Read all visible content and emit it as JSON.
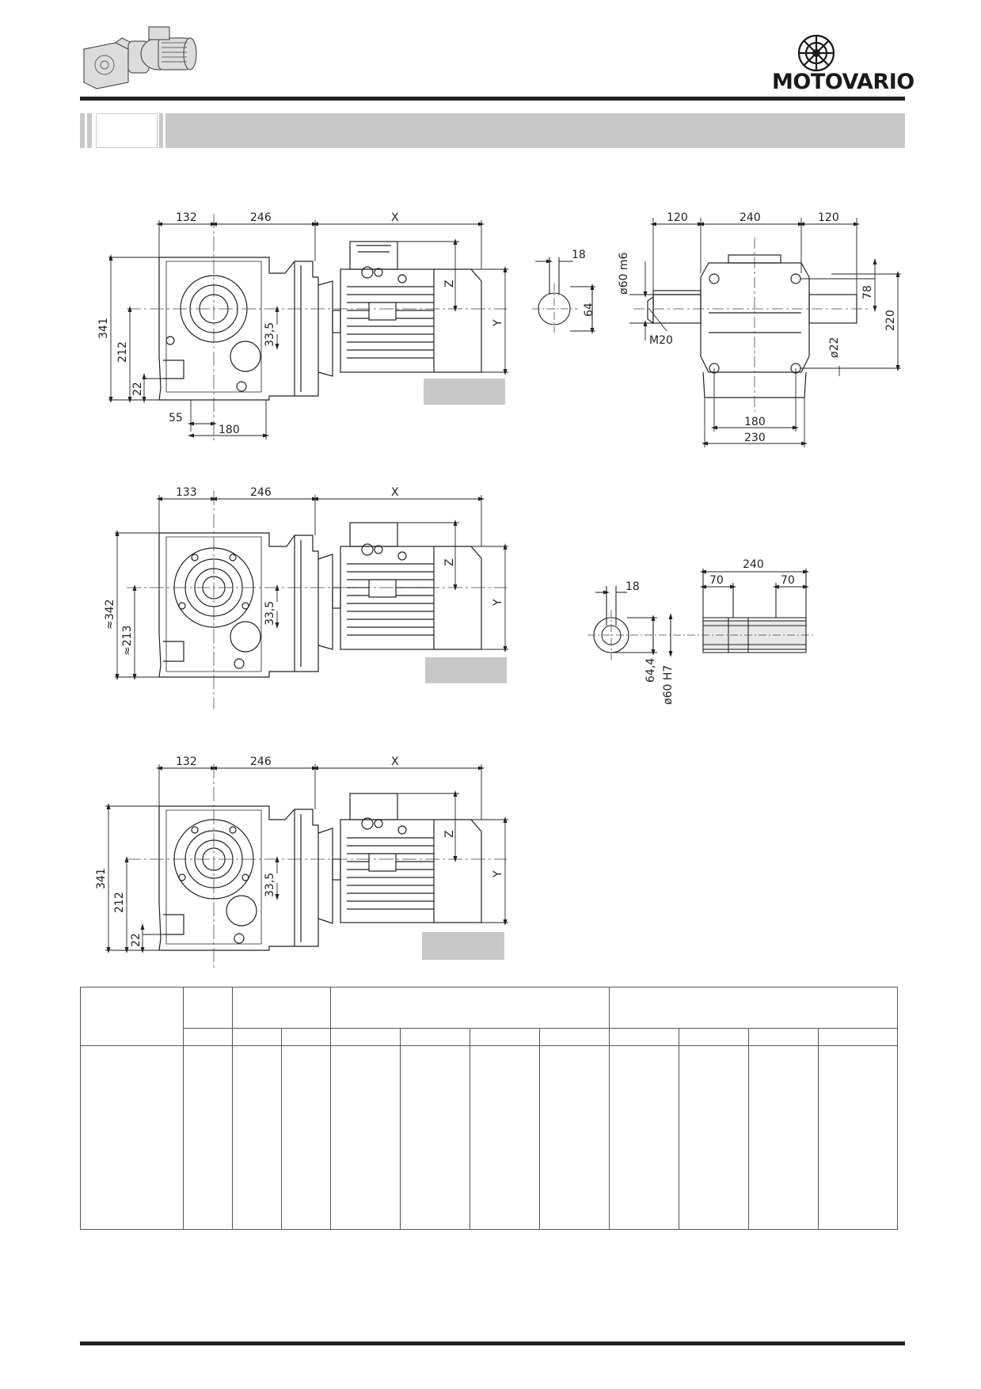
{
  "brand": {
    "name": "MOTOVARIO"
  },
  "drawing_top": {
    "dims": [
      "132",
      "246",
      "X",
      "341",
      "212",
      "22",
      "33,5",
      "55",
      "180",
      "Z",
      "Y"
    ]
  },
  "drawing_shaft": {
    "dims": [
      "18",
      "ø60 m6",
      "64",
      "M20"
    ]
  },
  "drawing_plan": {
    "dims": [
      "120",
      "240",
      "120",
      "78",
      "220",
      "ø22",
      "180",
      "230"
    ]
  },
  "drawing_mid": {
    "dims": [
      "133",
      "246",
      "X",
      "≈342",
      "≈213",
      "33,5",
      "Z",
      "Y"
    ]
  },
  "drawing_hollow": {
    "dims": [
      "240",
      "70",
      "70",
      "18",
      "64,4",
      "ø60 H7"
    ]
  },
  "drawing_bottom": {
    "dims": [
      "132",
      "246",
      "X",
      "341",
      "212",
      "22",
      "33,5",
      "Z",
      "Y"
    ]
  },
  "colors": {
    "band": "#c8c8c8",
    "line": "#222222"
  }
}
